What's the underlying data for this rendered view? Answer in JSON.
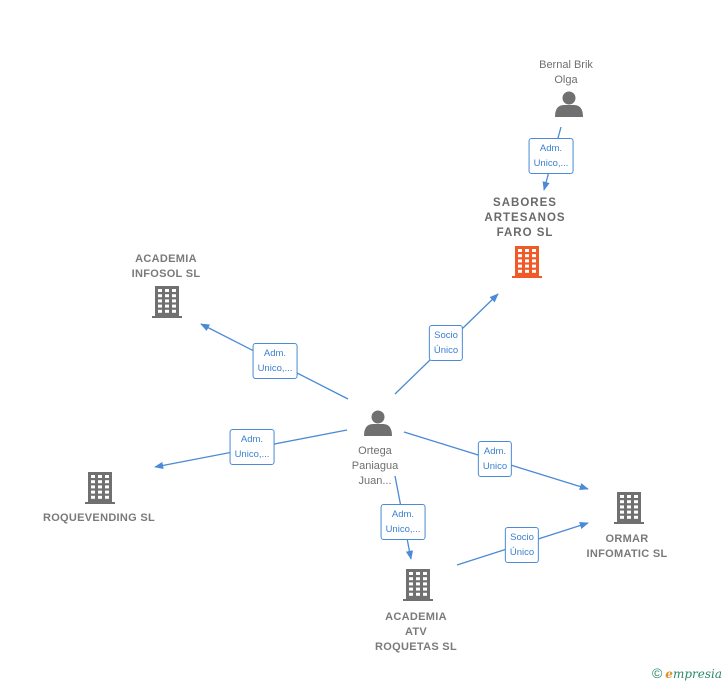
{
  "nodes": [
    {
      "id": "bernal",
      "kind": "person",
      "lines": [
        "Bernal Brik",
        "Olga"
      ]
    },
    {
      "id": "sabores",
      "kind": "company",
      "highlight": true,
      "lines": [
        "SABORES",
        "ARTESANOS",
        "FARO  SL"
      ]
    },
    {
      "id": "infosol",
      "kind": "company",
      "lines": [
        "ACADEMIA",
        "INFOSOL  SL"
      ]
    },
    {
      "id": "ortega",
      "kind": "person",
      "lines": [
        "Ortega",
        "Paniagua",
        "Juan..."
      ]
    },
    {
      "id": "roquevending",
      "kind": "company",
      "lines": [
        "ROQUEVENDING SL"
      ]
    },
    {
      "id": "ormar",
      "kind": "company",
      "lines": [
        "ORMAR",
        "INFOMATIC SL"
      ]
    },
    {
      "id": "atv",
      "kind": "company",
      "lines": [
        "ACADEMIA",
        "ATV",
        "ROQUETAS SL"
      ]
    }
  ],
  "edges": [
    {
      "id": "e1",
      "lines": [
        "Adm.",
        "Unico,..."
      ]
    },
    {
      "id": "e2",
      "lines": [
        "Socio",
        "Único"
      ]
    },
    {
      "id": "e3",
      "lines": [
        "Adm.",
        "Unico,..."
      ]
    },
    {
      "id": "e4",
      "lines": [
        "Adm.",
        "Unico,..."
      ]
    },
    {
      "id": "e5",
      "lines": [
        "Adm.",
        "Unico"
      ]
    },
    {
      "id": "e6",
      "lines": [
        "Adm.",
        "Unico,..."
      ]
    },
    {
      "id": "e7",
      "lines": [
        "Socio",
        "Único"
      ]
    }
  ],
  "colors": {
    "edge": "#4a8ad6",
    "icon": "#707070",
    "highlight": "#f05a28"
  },
  "footer": {
    "copyright": "©",
    "brand_initial": "e",
    "brand_rest": "mpresia"
  }
}
